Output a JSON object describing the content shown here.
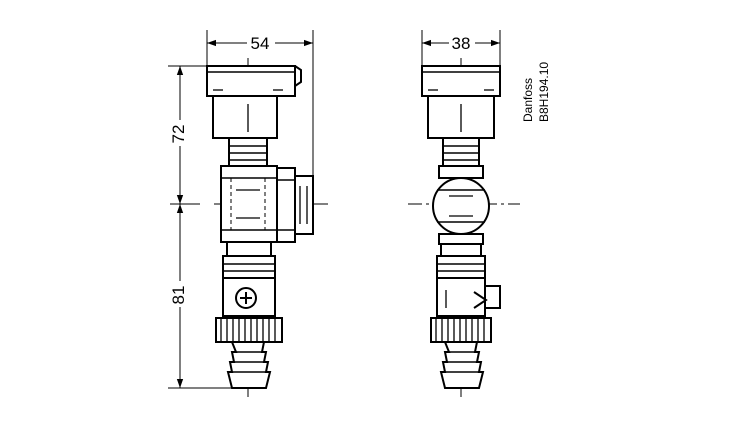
{
  "dimensions": {
    "front_width": "54",
    "side_width": "38",
    "upper_height": "72",
    "lower_height": "81"
  },
  "reference": {
    "brand": "Danfoss",
    "code": "B8H194.10"
  }
}
